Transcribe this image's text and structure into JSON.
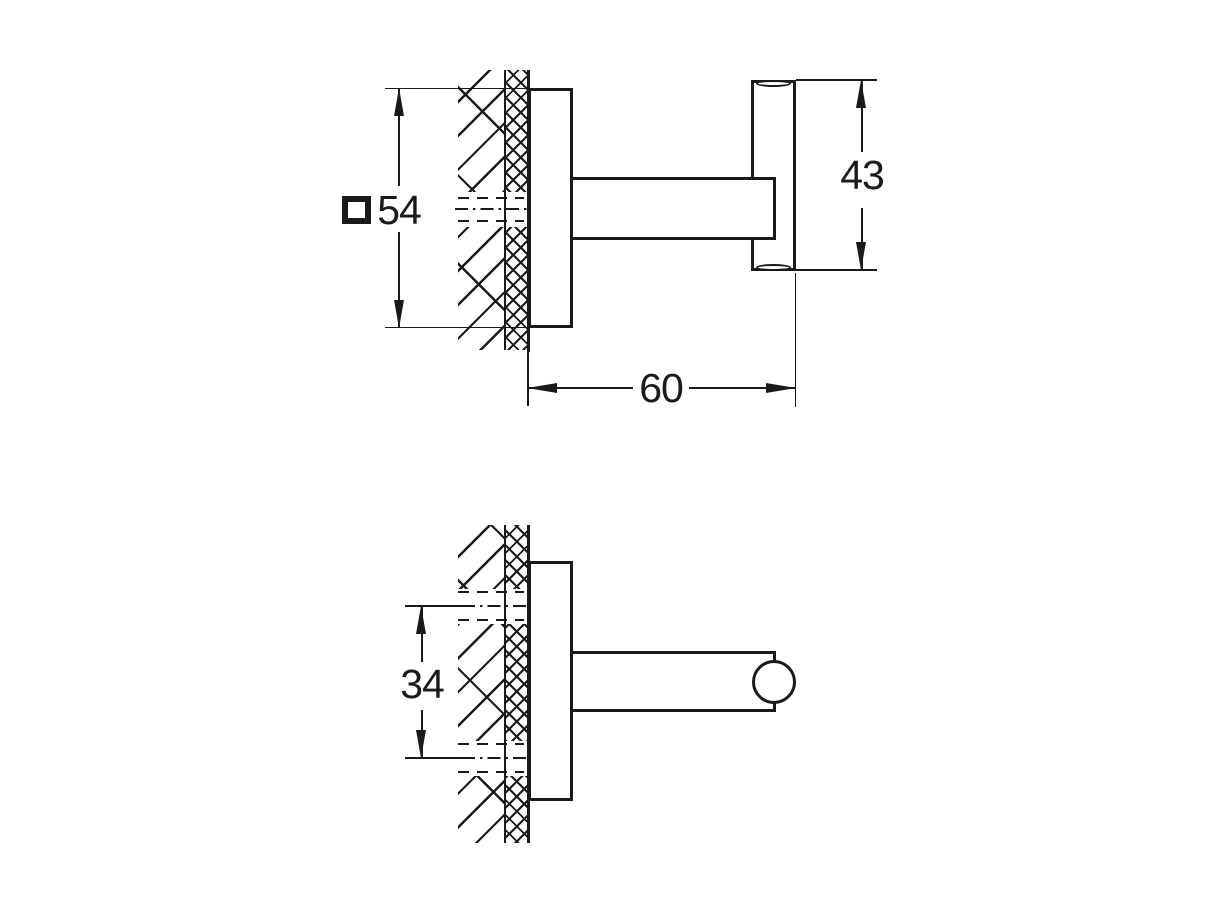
{
  "colors": {
    "background": "#ffffff",
    "line": "#1a1a1a"
  },
  "dimensions": {
    "plate_square": {
      "symbol": "square-outline",
      "value": "54"
    },
    "face_height": {
      "value": "43"
    },
    "projection_depth": {
      "value": "60"
    },
    "hole_centers": {
      "value": "34"
    }
  }
}
